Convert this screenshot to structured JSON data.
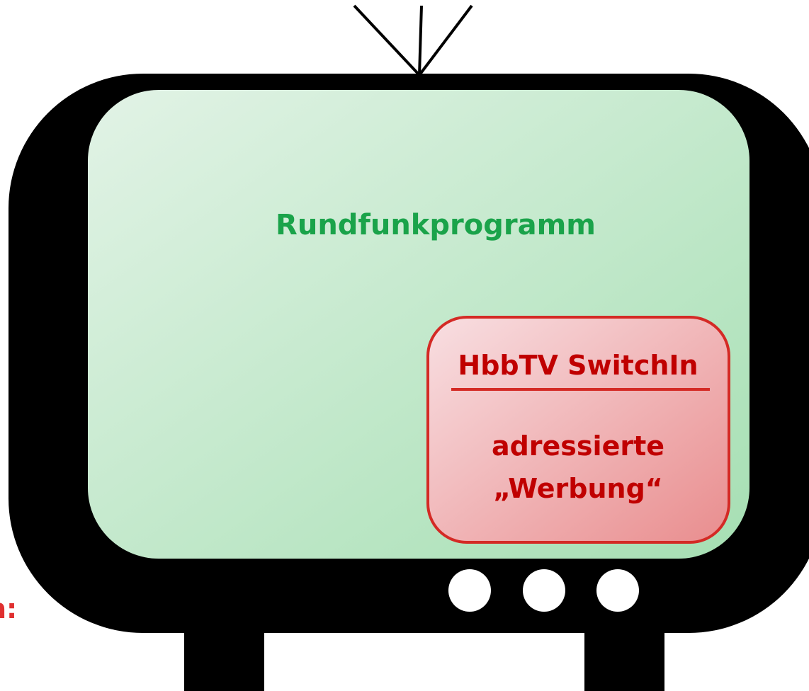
{
  "diagram": {
    "broadcast_label": "Rundfunkprogramm",
    "switchin_title": "HbbTV SwitchIn",
    "ad_line_1": "adressierte",
    "ad_line_2": "„Werbung“",
    "edge_text": "n:"
  },
  "colors": {
    "tv_body": "#000000",
    "screen_light": "#e2f3e6",
    "screen_dark": "#a6dfb3",
    "broadcast_text": "#1aa34a",
    "overlay_light": "#f8dfe2",
    "overlay_dark": "#e98d8e",
    "overlay_border": "#d42a25",
    "overlay_text": "#c00000",
    "edge_text": "#e03030",
    "knob": "#ffffff"
  }
}
